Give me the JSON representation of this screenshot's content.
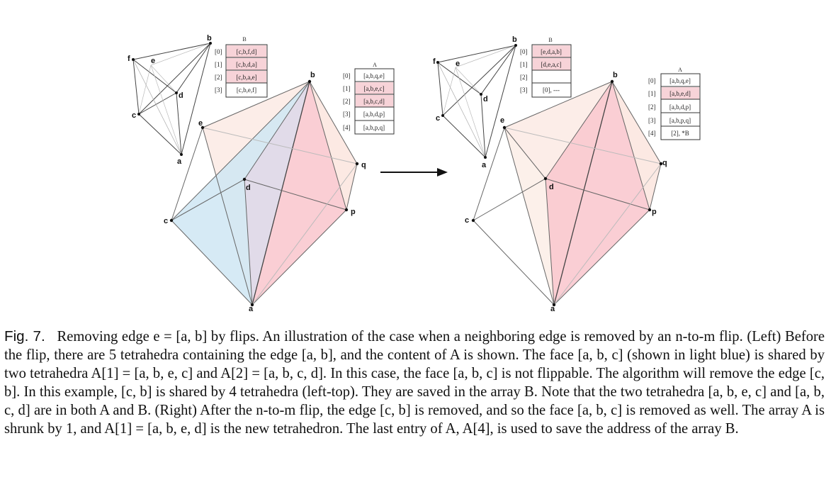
{
  "left": {
    "B": {
      "title": "B",
      "rows": [
        {
          "idx": "[0]",
          "val": "[c,b,f,d]",
          "hl": true
        },
        {
          "idx": "[1]",
          "val": "[c,b,d,a]",
          "hl": true
        },
        {
          "idx": "[2]",
          "val": "[c,b,a,e]",
          "hl": true
        },
        {
          "idx": "[3]",
          "val": "[c,b,e,f]",
          "hl": false
        }
      ]
    },
    "A": {
      "title": "A",
      "rows": [
        {
          "idx": "[0]",
          "val": "[a,b,q,e]",
          "hl": false
        },
        {
          "idx": "[1]",
          "val": "[a,b,e,c]",
          "hl": true
        },
        {
          "idx": "[2]",
          "val": "[a,b,c,d]",
          "hl": true
        },
        {
          "idx": "[3]",
          "val": "[a,b,d,p]",
          "hl": false
        },
        {
          "idx": "[4]",
          "val": "[a,b,p,q]",
          "hl": false
        }
      ]
    },
    "small_labels": {
      "b": "b",
      "f": "f",
      "e": "e",
      "d": "d",
      "c": "c",
      "a": "a"
    },
    "big_labels": {
      "b": "b",
      "e": "e",
      "q": "q",
      "d": "d",
      "c": "c",
      "p": "p",
      "a": "a"
    }
  },
  "right": {
    "B": {
      "title": "B",
      "rows": [
        {
          "idx": "[0]",
          "val": "[e,d,a,b]",
          "hl": true
        },
        {
          "idx": "[1]",
          "val": "[d,e,a,c]",
          "hl": true
        },
        {
          "idx": "[2]",
          "val": "",
          "hl": false
        },
        {
          "idx": "[3]",
          "val": "[0], ---",
          "hl": false
        }
      ]
    },
    "A": {
      "title": "A",
      "rows": [
        {
          "idx": "[0]",
          "val": "[a,b,q,e]",
          "hl": false
        },
        {
          "idx": "[1]",
          "val": "[a,b,e,d]",
          "hl": true
        },
        {
          "idx": "[2]",
          "val": "[a,b,d,p]",
          "hl": false
        },
        {
          "idx": "[3]",
          "val": "[a,b,p,q]",
          "hl": false
        },
        {
          "idx": "[4]",
          "val": "[2], *B",
          "hl": false
        }
      ]
    },
    "small_labels": {
      "b": "b",
      "f": "f",
      "e": "e",
      "d": "d",
      "c": "c",
      "a": "a"
    },
    "big_labels": {
      "b": "b",
      "e": "e",
      "q": "q",
      "d": "d",
      "c": "c",
      "p": "p",
      "a": "a"
    }
  },
  "colors": {
    "pink": "#f9c9cf",
    "pink_light": "#fbe3dc",
    "blue": "#cfe6f3",
    "highlight": "#f7d3d8"
  },
  "caption": {
    "label": "Fig. 7.",
    "text": "Removing edge e = [a, b] by flips. An illustration of the case when a neighboring edge is removed by an n-to-m flip. (Left) Before the flip, there are 5 tetrahedra containing the edge [a, b], and the content of A is shown. The face [a, b, c] (shown in light blue) is shared by two tetrahedra A[1] = [a, b, e, c] and A[2] = [a, b, c, d]. In this case, the face [a, b, c] is not flippable. The algorithm will remove the edge [c, b]. In this example, [c, b] is shared by 4 tetrahedra (left-top). They are saved in the array B. Note that the two tetrahedra [a, b, e, c] and [a, b, c, d] are in both A and B. (Right) After the n-to-m flip, the edge [c, b] is removed, and so the face [a, b, c] is removed as well. The array A is shrunk by 1, and A[1] = [a, b, e, d] is the new tetrahedron. The last entry of A, A[4], is used to save the address of the array B."
  }
}
